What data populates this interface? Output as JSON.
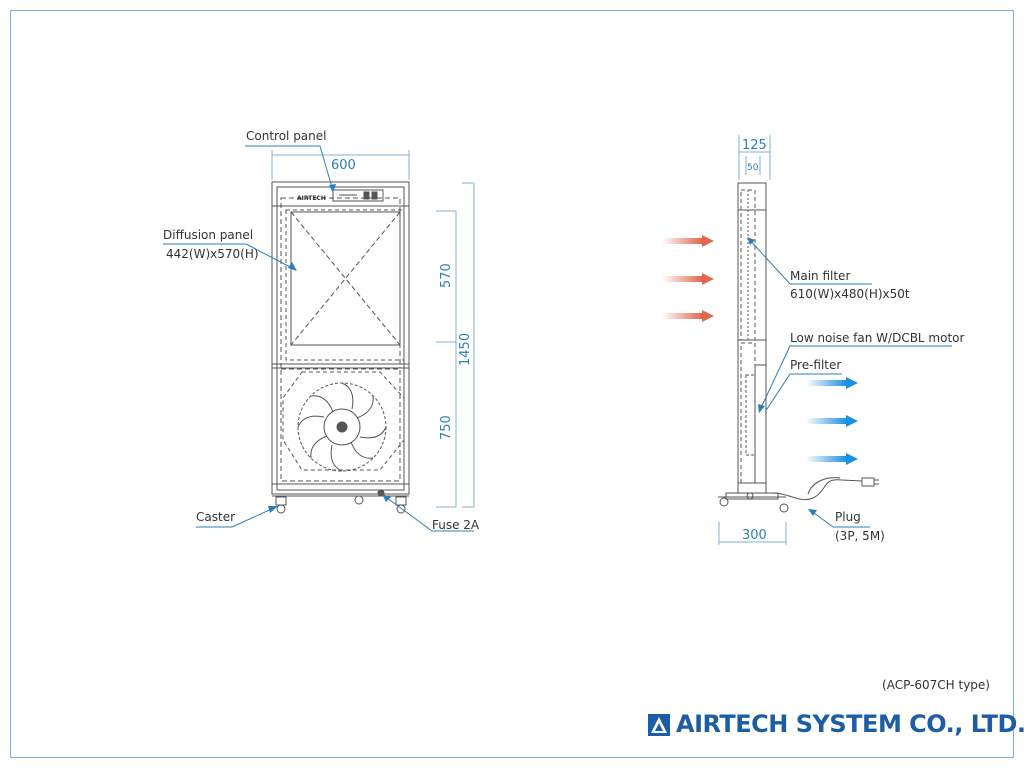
{
  "labels": {
    "control_panel": "Control panel",
    "diffusion_panel": "Diffusion panel",
    "diffusion_size": "442(W)x570(H)",
    "caster": "Caster",
    "fuse": "Fuse 2A",
    "main_filter": "Main filter",
    "main_filter_size": "610(W)x480(H)x50t",
    "fan": "Low noise fan W/DCBL motor",
    "pre_filter": "Pre-filter",
    "plug": "Plug",
    "plug_spec": "(3P, 5M)",
    "brand_on_unit": "AIRTECH"
  },
  "dimensions": {
    "width": "600",
    "upper_height": "570",
    "total_height": "1450",
    "lower_height": "750",
    "depth": "125",
    "filter_thickness": "50",
    "base_depth": "300"
  },
  "footer": {
    "model_note": "(ACP-607CH type)",
    "company": "AIRTECH SYSTEM CO., LTD."
  },
  "colors": {
    "line": "#555555",
    "dimension": "#2b7fb9",
    "leader": "#2b7fb9",
    "intake_arrow": "#e2674f",
    "outlet_arrow": "#1e90e0",
    "brand": "#1c5da6"
  }
}
